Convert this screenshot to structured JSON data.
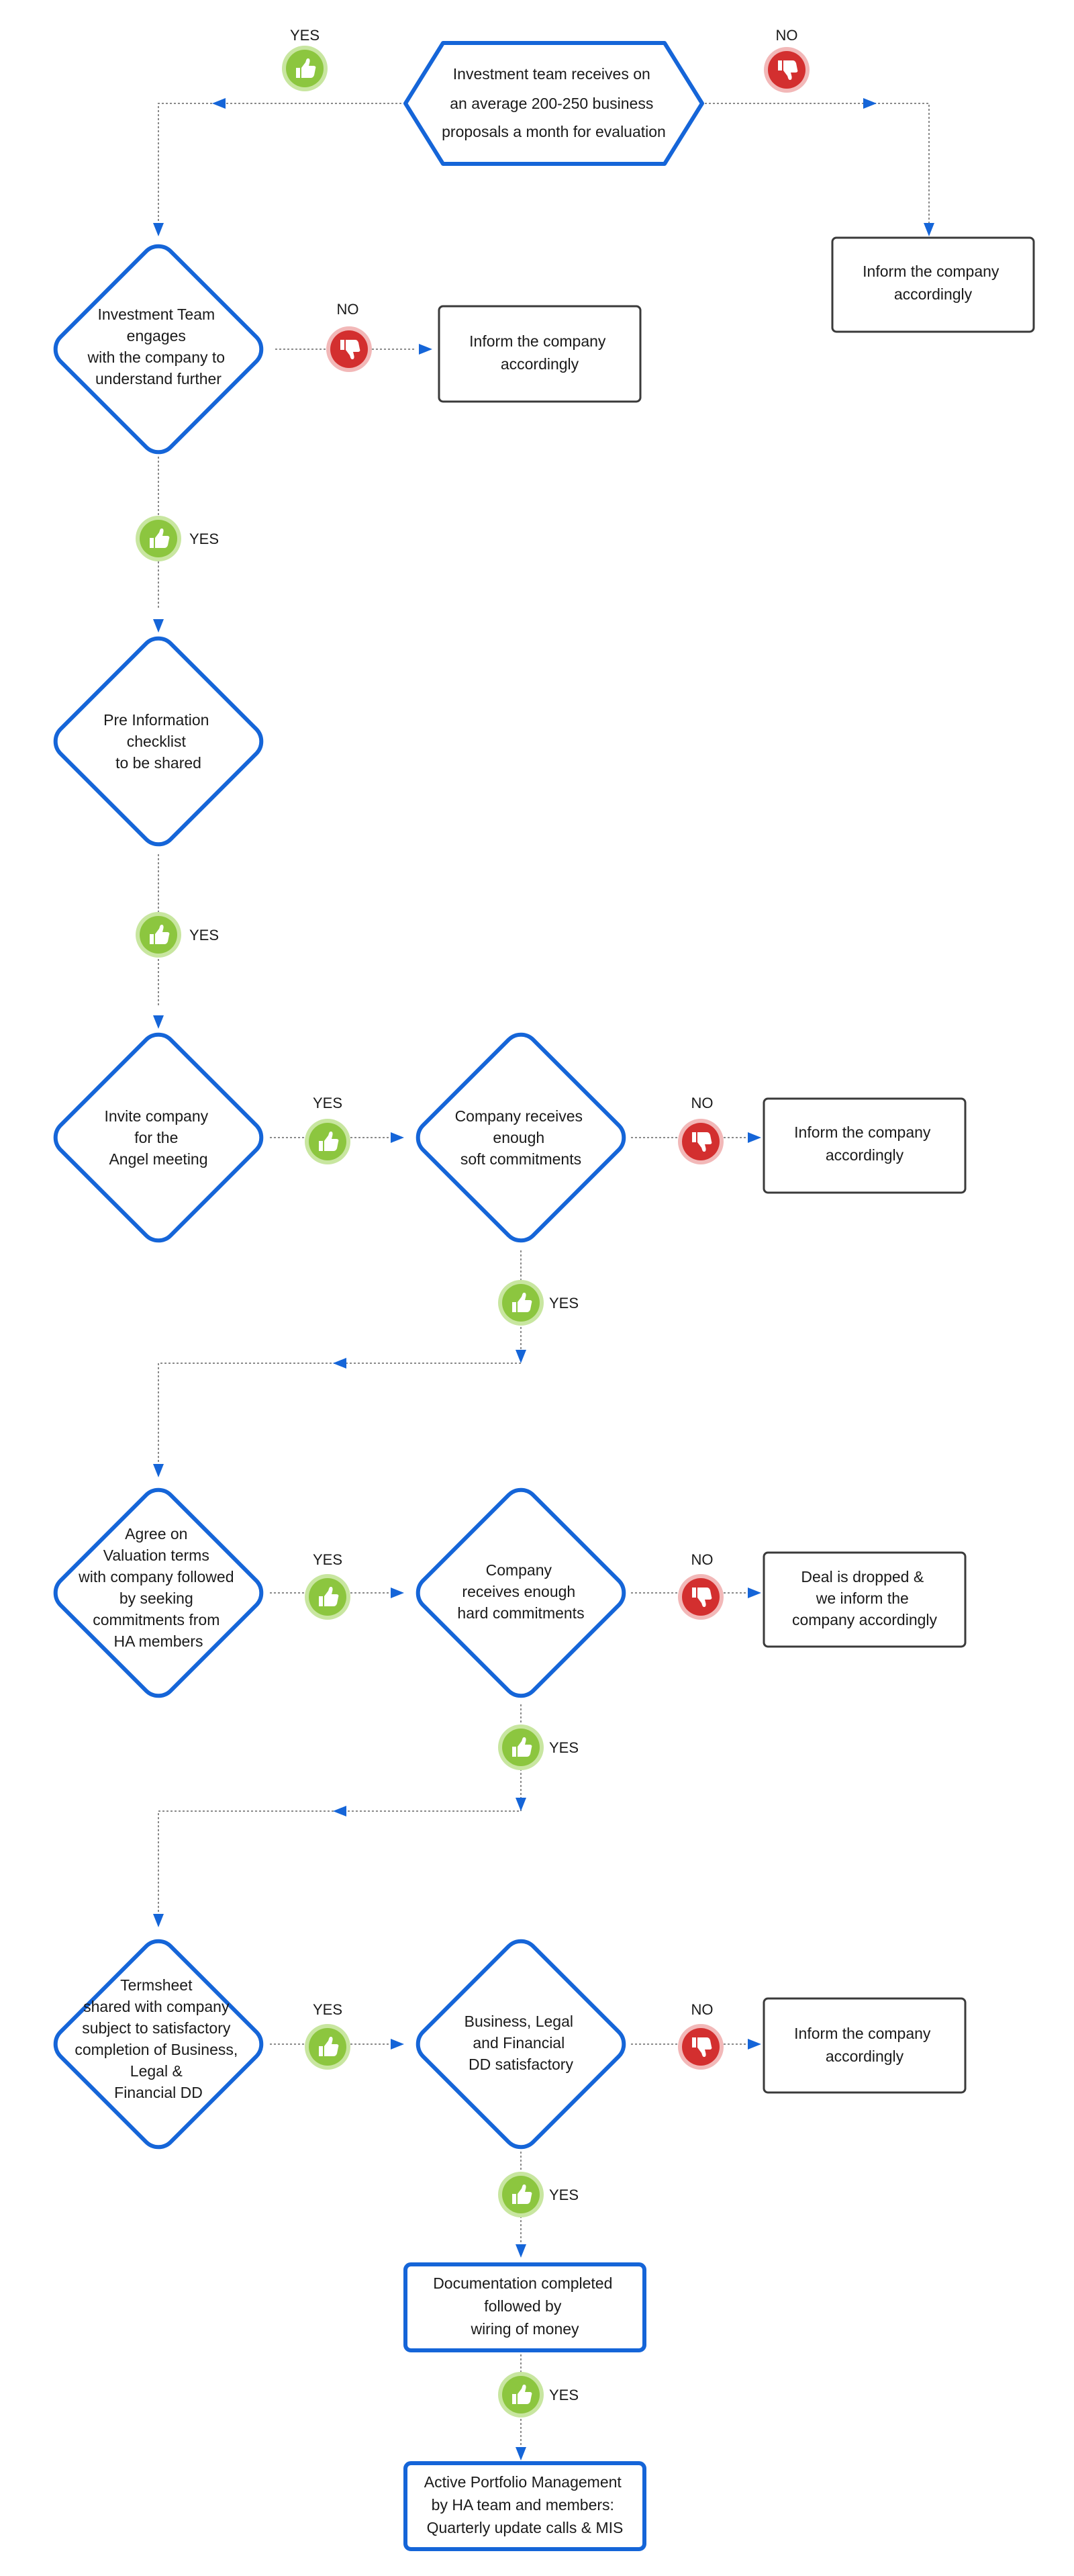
{
  "colors": {
    "blue": "#1565d8",
    "yes_green": "#8cc63f",
    "no_red": "#d32f2f",
    "box_border": "#3a3a3a",
    "connector": "#8a8a8a"
  },
  "labels": {
    "yes": "YES",
    "no": "NO"
  },
  "nodes": {
    "start": [
      "Investment team receives on",
      "an average 200-250 business",
      "proposals a month for evaluation"
    ],
    "engage": [
      "Investment Team",
      "engages",
      "with the company to",
      "understand further"
    ],
    "checklist": [
      "Pre Information",
      "checklist",
      "to be shared"
    ],
    "invite": [
      "Invite company",
      "for the",
      "Angel meeting"
    ],
    "soft": [
      "Company receives",
      "enough",
      "soft commitments"
    ],
    "valuation": [
      "Agree on",
      "Valuation terms",
      "with company followed",
      "by seeking",
      "commitments from",
      "HA members"
    ],
    "hard": [
      "Company",
      "receives enough",
      "hard commitments"
    ],
    "termsheet": [
      "Termsheet",
      "shared with company",
      "subject to satisfactory",
      "completion of Business,",
      "Legal &",
      "Financial DD"
    ],
    "dd": [
      "Business, Legal",
      "and Financial",
      "DD satisfactory"
    ],
    "documentation": [
      "Documentation completed",
      "followed by",
      "wiring of money"
    ],
    "portfolio": [
      "Active Portfolio Management",
      "by HA team and members:",
      "Quarterly update calls & MIS"
    ],
    "inform_top": [
      "Inform the company",
      "accordingly"
    ],
    "inform_engage": [
      "Inform the company",
      "accordingly"
    ],
    "inform_soft": [
      "Inform the company",
      "accordingly"
    ],
    "dropped": [
      "Deal is dropped &",
      "we inform the",
      "company accordingly"
    ],
    "inform_dd": [
      "Inform the company",
      "accordingly"
    ]
  }
}
